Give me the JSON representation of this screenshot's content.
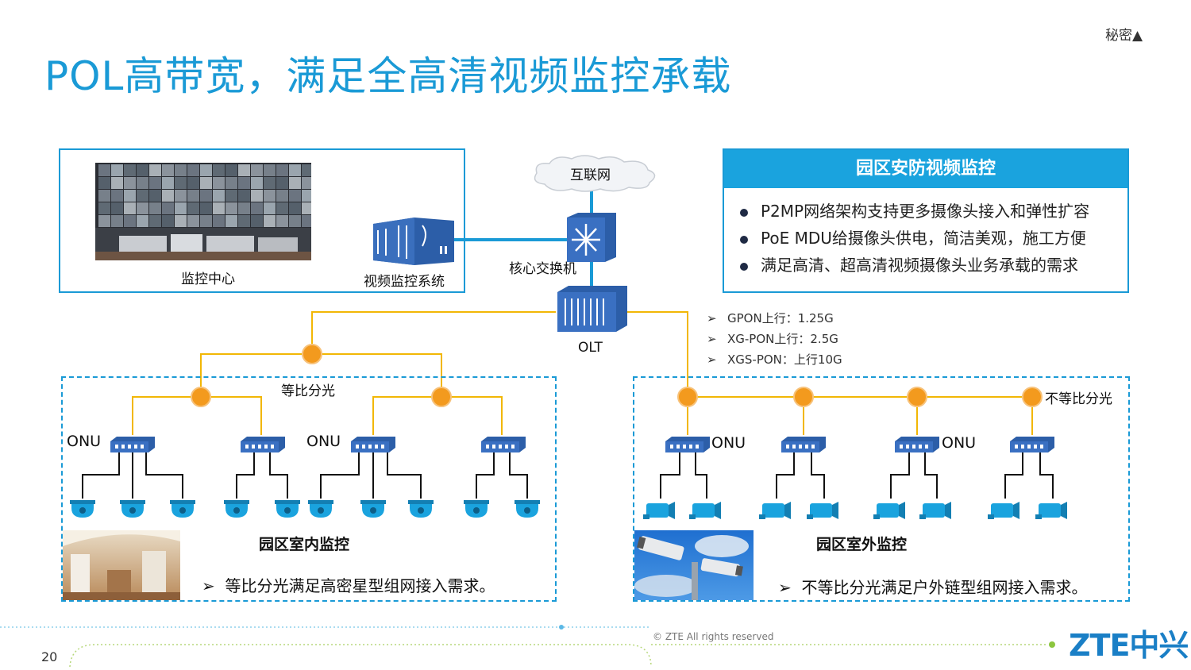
{
  "header": {
    "title": "POL高带宽，满足全高清视频监控承载",
    "secret": "秘密▲"
  },
  "nodes": {
    "internet": "互联网",
    "monitor_center": "监控中心",
    "video_system": "视频监控系统",
    "core_switch": "核心交换机",
    "olt": "OLT"
  },
  "info_box": {
    "title": "园区安防视频监控",
    "bullets": [
      "P2MP网络架构支持更多摄像头接入和弹性扩容",
      "PoE MDU给摄像头供电，简洁美观，施工方便",
      "满足高清、超高清视频摄像头业务承载的需求"
    ]
  },
  "specs": [
    "GPON上行：1.25G",
    "XG-PON上行：2.5G",
    "XGS-PON：上行10G"
  ],
  "indoor": {
    "split_label": "等比分光",
    "onu_label": "ONU",
    "title": "园区室内监控",
    "note": "等比分光满足高密星型组网接入需求。"
  },
  "outdoor": {
    "split_label": "不等比分光",
    "onu_label": "ONU",
    "title": "园区室外监控",
    "note": "不等比分光满足户外链型组网接入需求。"
  },
  "footer": {
    "copyright": "© ZTE All rights reserved",
    "page": "20",
    "logo": "ZTE中兴"
  },
  "colors": {
    "accent": "#1a9ad6",
    "line_yellow": "#f2b705",
    "splitter": "#f39a1e",
    "device": "#2c5ea8",
    "camera": "#1aa3de"
  }
}
